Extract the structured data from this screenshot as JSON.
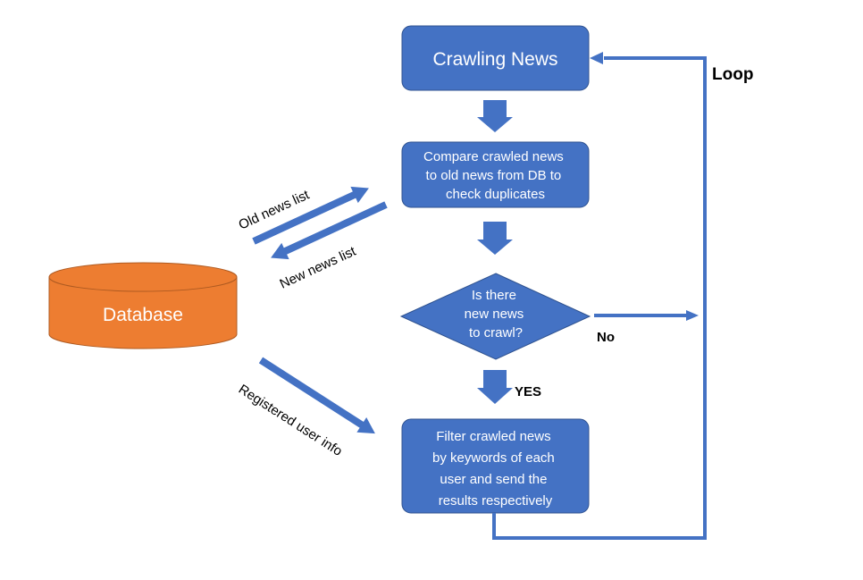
{
  "colors": {
    "box_fill": "#4472c4",
    "box_stroke": "#2f528f",
    "arrow": "#4472c4",
    "database_fill": "#ed7d31",
    "database_stroke": "#ae5a21",
    "box_text": "#ffffff",
    "label_text": "#000000"
  },
  "nodes": {
    "crawling": {
      "label": "Crawling News"
    },
    "compare": {
      "lines": [
        "Compare crawled news",
        "to old news from DB to",
        "check duplicates"
      ]
    },
    "decision": {
      "lines": [
        "Is there",
        "new news",
        "to crawl?"
      ]
    },
    "filter": {
      "lines": [
        "Filter crawled news",
        "by keywords of each",
        "user and send the",
        "results respectively"
      ]
    },
    "database": {
      "label": "Database"
    }
  },
  "edges": {
    "old_news_list": "Old news list",
    "new_news_list": "New news list",
    "registered_user_info": "Registered user info",
    "no": "No",
    "yes": "YES",
    "loop": "Loop"
  }
}
